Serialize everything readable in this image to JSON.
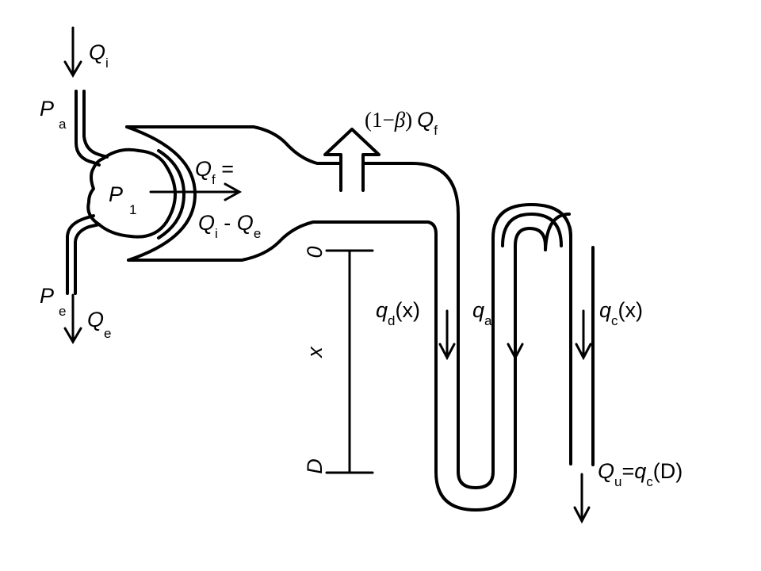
{
  "labels": {
    "Qi": {
      "main": "Q",
      "sub": "i"
    },
    "Pa": {
      "main": "P",
      "sub": "a"
    },
    "P1": {
      "main": "P",
      "sub": "1"
    },
    "Pe": {
      "main": "P",
      "sub": "e"
    },
    "Qe": {
      "main": "Q",
      "sub": "e"
    },
    "Qf_eq": {
      "main": "Q",
      "sub": "f",
      "tail": " ="
    },
    "Qi_minus_Qe": {
      "q1": "Q",
      "s1": "i",
      "minus": " - ",
      "q2": "Q",
      "s2": "e"
    },
    "beta_Qf": {
      "prefix": "(1−",
      "beta": "β",
      "close": ")",
      "q": "Q",
      "sub": "f"
    },
    "qd": {
      "main": "q",
      "sub": "d",
      "arg": "(x)"
    },
    "qa": {
      "main": "q",
      "sub": "a"
    },
    "qc": {
      "main": "q",
      "sub": "c",
      "arg": "(x)"
    },
    "Qu": {
      "main": "Q",
      "sub": "u",
      "eq": "=",
      "q": "q",
      "qsub": "c",
      "arg": "(D)"
    },
    "depth_top": "0",
    "depth_mid": "x",
    "depth_bottom": "D"
  }
}
